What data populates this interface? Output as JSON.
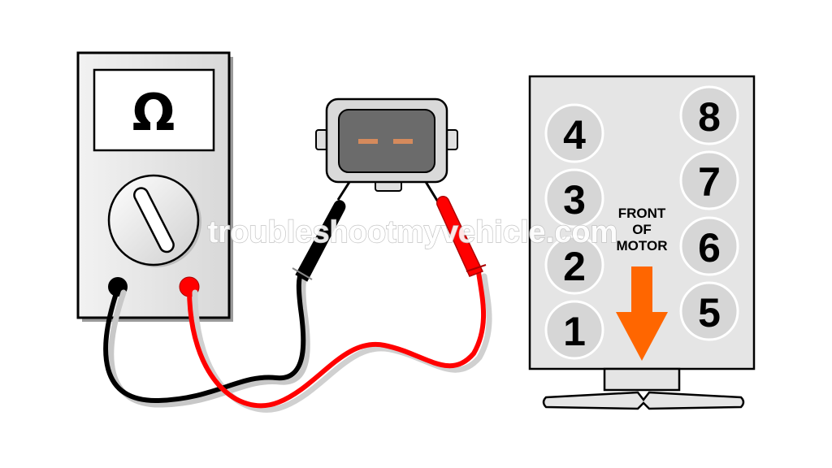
{
  "multimeter": {
    "display_symbol": "Ω"
  },
  "engine": {
    "cylinders_left": [
      "4",
      "3",
      "2",
      "1"
    ],
    "cylinders_right": [
      "8",
      "7",
      "6",
      "5"
    ],
    "front_label_lines": [
      "FRONT",
      "OF",
      "MOTOR"
    ],
    "arrow_color": "#ff6600"
  },
  "leads": {
    "black_color": "#000000",
    "red_color": "#ff0000"
  },
  "watermark": "troubleshootmyvehicle.com"
}
